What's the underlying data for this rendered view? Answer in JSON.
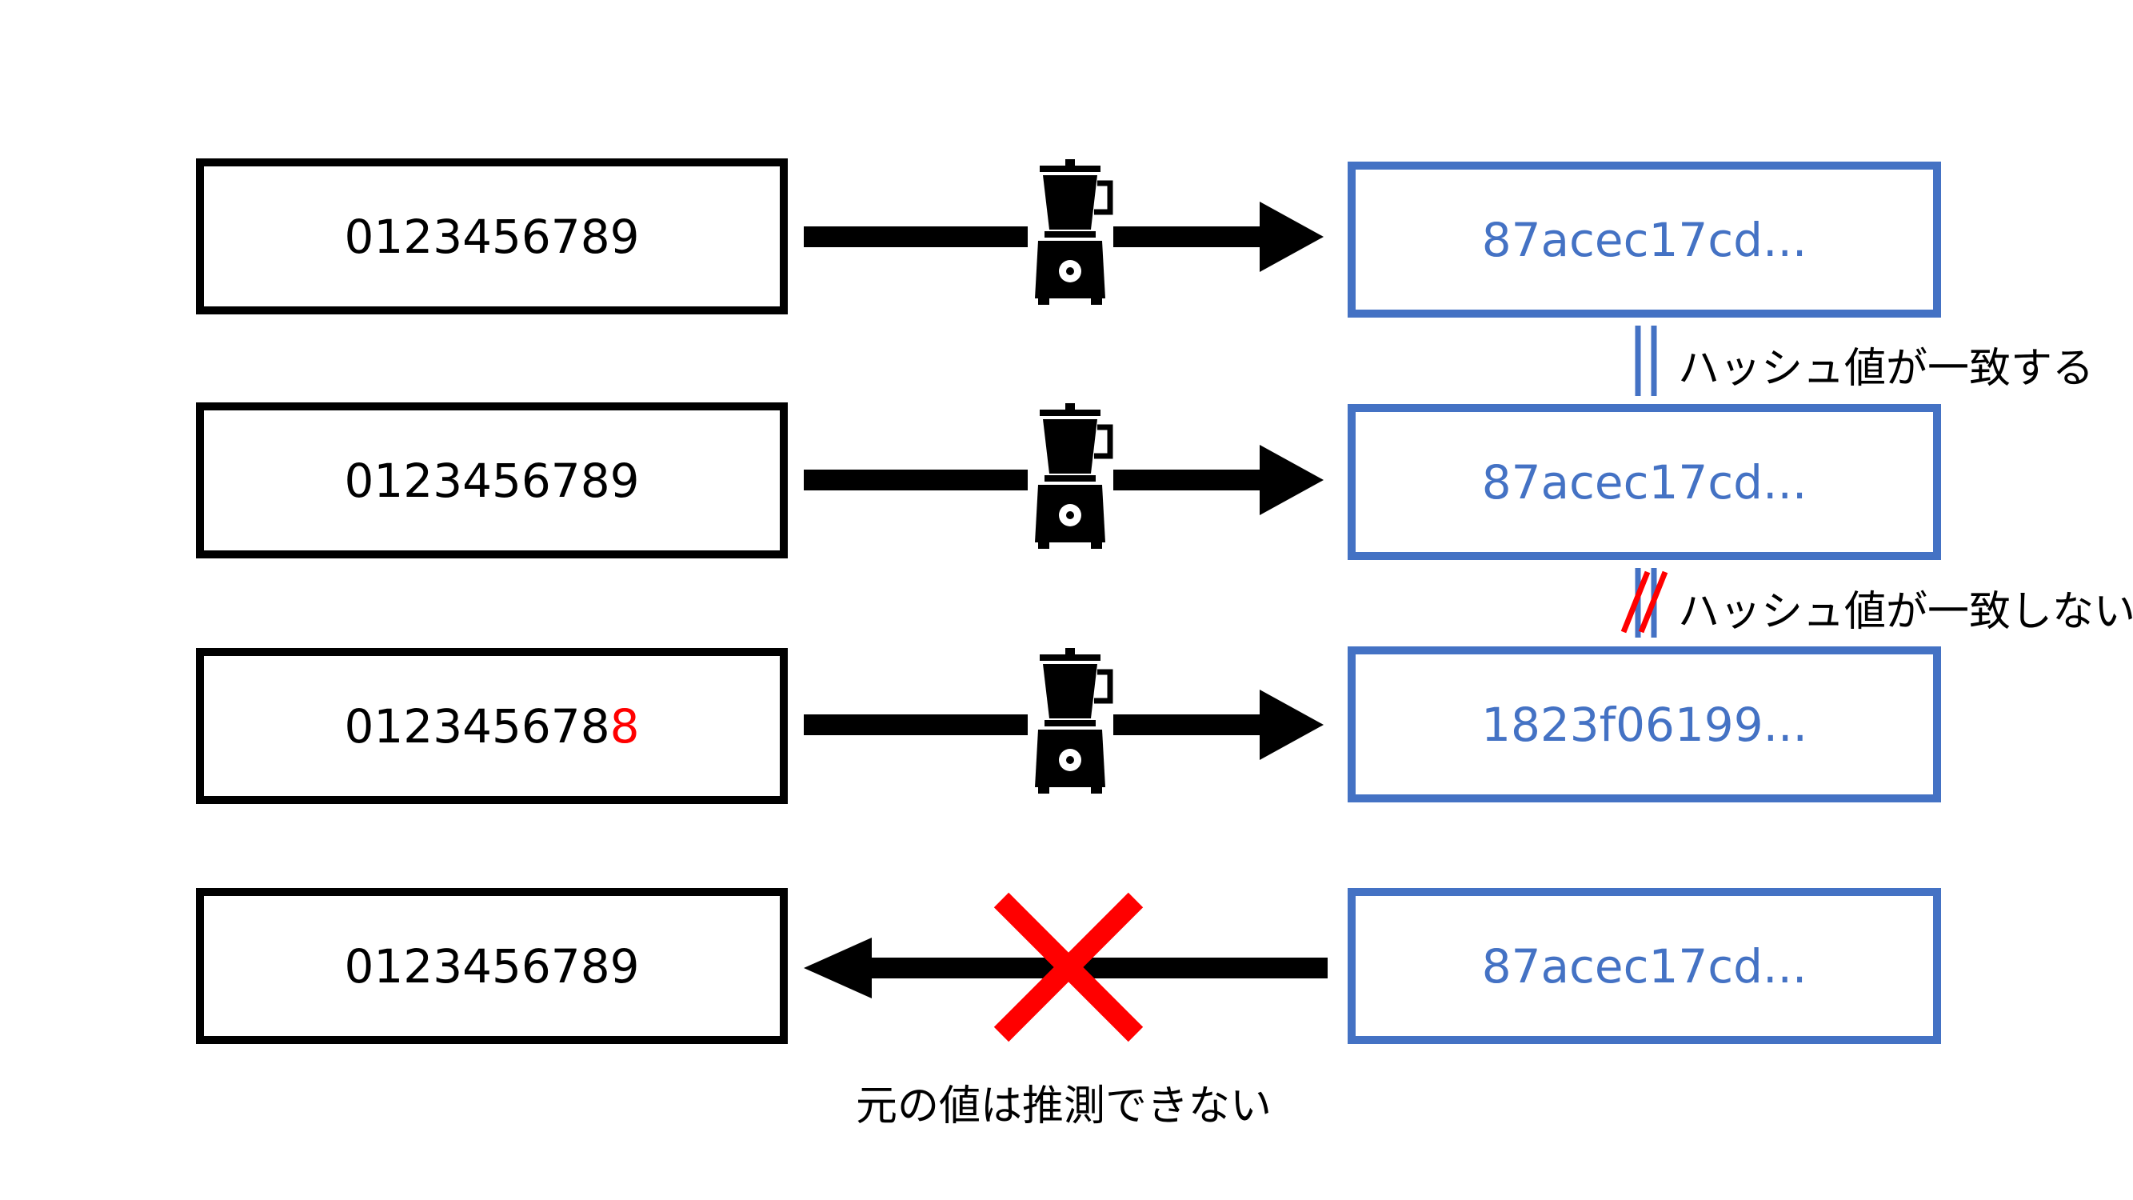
{
  "rows": [
    {
      "input_prefix": "0123456789",
      "input_changed": "",
      "hash": "87acec17cd..."
    },
    {
      "input_prefix": "0123456789",
      "input_changed": "",
      "hash": "87acec17cd..."
    },
    {
      "input_prefix": "012345678",
      "input_changed": "8",
      "hash": "1823f06199..."
    },
    {
      "input_prefix": "0123456789",
      "input_changed": "",
      "hash": "87acec17cd..."
    }
  ],
  "labels": {
    "match": "ハッシュ値が一致する",
    "mismatch": "ハッシュ値が一致しない",
    "irreversible": "元の値は推測できない"
  },
  "icons": {
    "hash_function": "blender-icon",
    "not_possible": "red-x-icon"
  },
  "colors": {
    "input_border": "#000000",
    "hash_color": "#4472c4",
    "highlight": "#ff0000"
  }
}
